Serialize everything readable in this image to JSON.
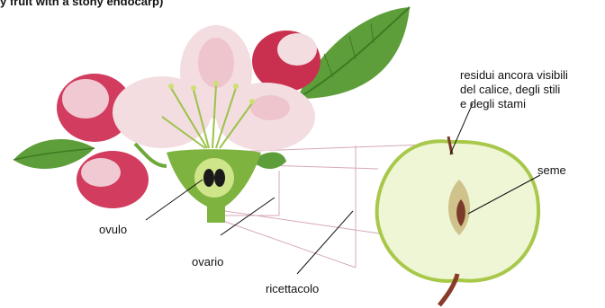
{
  "header": {
    "text": "y fruit with a stony endocarp)"
  },
  "labels": {
    "ovulo": "ovulo",
    "ovario": "ovario",
    "ricettacolo": "ricettacolo",
    "seme": "seme",
    "residui_line1": "residui ancora visibili",
    "residui_line2": "del calice, degli stili",
    "residui_line3": "e degli stami"
  },
  "colors": {
    "petal": "#f3dde0",
    "petal_pink": "#d23c5e",
    "bud_dark": "#b8243f",
    "leaf": "#5e9e3a",
    "stem_green": "#6ea83a",
    "apple_flesh": "#eff6d6",
    "apple_skin": "#a8c84a",
    "seed": "#7a3b2a",
    "connector": "#d6a9b8"
  }
}
